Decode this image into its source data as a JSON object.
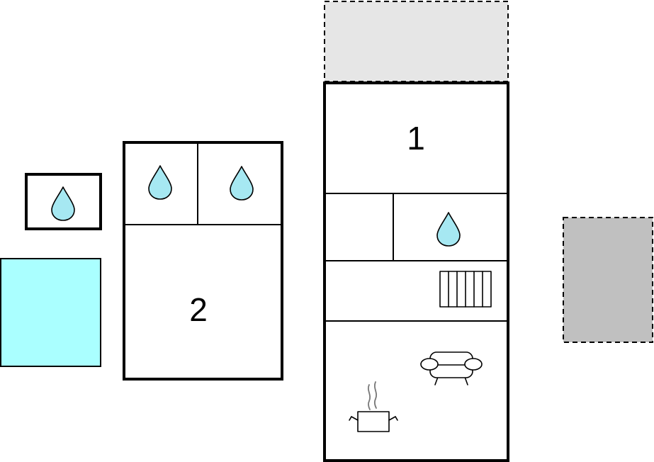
{
  "colors": {
    "water": "#a6e8f2",
    "pool": "#aaffff",
    "terrace_light": "#e6e6e6",
    "terrace_dark": "#c0c0c0",
    "wall": "#000000",
    "steam": "#777777"
  },
  "floor_plan": {
    "main_building": {
      "room_label": "1",
      "rooms": [
        {
          "type": "room",
          "label": "1"
        },
        {
          "type": "storage",
          "icons": []
        },
        {
          "type": "bathroom",
          "icons": [
            "water-drop-icon"
          ]
        },
        {
          "type": "hallway",
          "icons": [
            "radiator-icon"
          ]
        },
        {
          "type": "living-kitchen",
          "icons": [
            "sofa-icon",
            "cooking-pot-icon"
          ]
        }
      ]
    },
    "second_building": {
      "room_label": "2",
      "rooms": [
        {
          "type": "bathroom",
          "icons": [
            "water-drop-icon"
          ]
        },
        {
          "type": "bathroom",
          "icons": [
            "water-drop-icon"
          ]
        },
        {
          "type": "room",
          "label": "2"
        }
      ]
    },
    "small_bathroom": {
      "icons": [
        "water-drop-icon"
      ]
    },
    "outdoor_areas": [
      "pool",
      "terrace-light",
      "terrace-dark"
    ]
  }
}
